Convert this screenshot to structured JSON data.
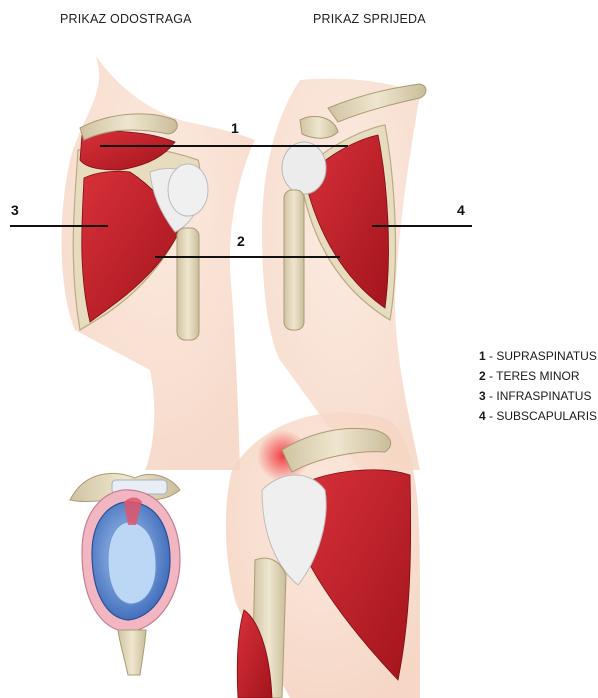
{
  "titles": {
    "back_view": "PRIKAZ ODOSTRAGA",
    "front_view": "PRIKAZ SPRIJEDA"
  },
  "callouts": [
    "1",
    "2",
    "3",
    "4"
  ],
  "legend": [
    {
      "number": "1",
      "name": "SUPRASPINATUS"
    },
    {
      "number": "2",
      "name": "TERES MINOR"
    },
    {
      "number": "3",
      "name": "INFRASPINATUS"
    },
    {
      "number": "4",
      "name": "SUBSCAPULARIS"
    }
  ],
  "colors": {
    "muscle": "#c8232b",
    "tendon": "#eeeeee",
    "bone": "#e6dcc0",
    "skin": "#f6d8c6",
    "cartilage_blue": "#3c6fc2",
    "leader_line": "#111111"
  }
}
